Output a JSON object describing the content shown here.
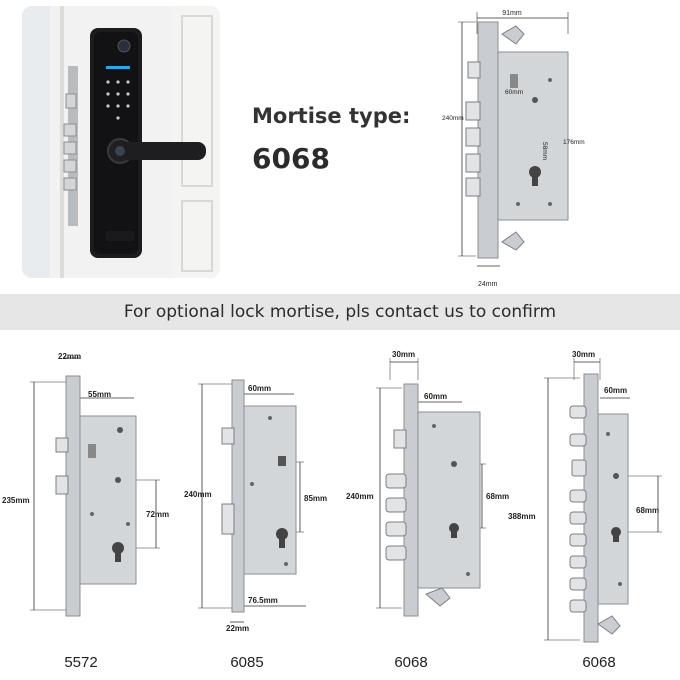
{
  "header": {
    "title": "Mortise type:",
    "model": "6068"
  },
  "top_diagram": {
    "width": "91mm",
    "inner_width": "60mm",
    "height": "240mm",
    "hole_distance": "176mm",
    "center_distance": "58mm",
    "faceplate": "24mm"
  },
  "banner": {
    "text": "For optional lock mortise, pls contact us to confirm"
  },
  "mortises": [
    {
      "model": "5572",
      "top": "22mm",
      "backset": "55mm",
      "height": "235mm",
      "center": "72mm"
    },
    {
      "model": "6085",
      "backset": "60mm",
      "height": "240mm",
      "center": "85mm",
      "body": "76.5mm",
      "faceplate": "22mm"
    },
    {
      "model": "6068",
      "faceplate": "30mm",
      "backset": "60mm",
      "height": "240mm",
      "center": "68mm"
    },
    {
      "model": "6068",
      "faceplate": "30mm",
      "backset": "60mm",
      "height": "388mm",
      "center": "68mm"
    }
  ],
  "colors": {
    "banner_bg": "#e6e6e6",
    "steel": "#c9ccd0",
    "dark_lock": "#1c1c1e"
  }
}
